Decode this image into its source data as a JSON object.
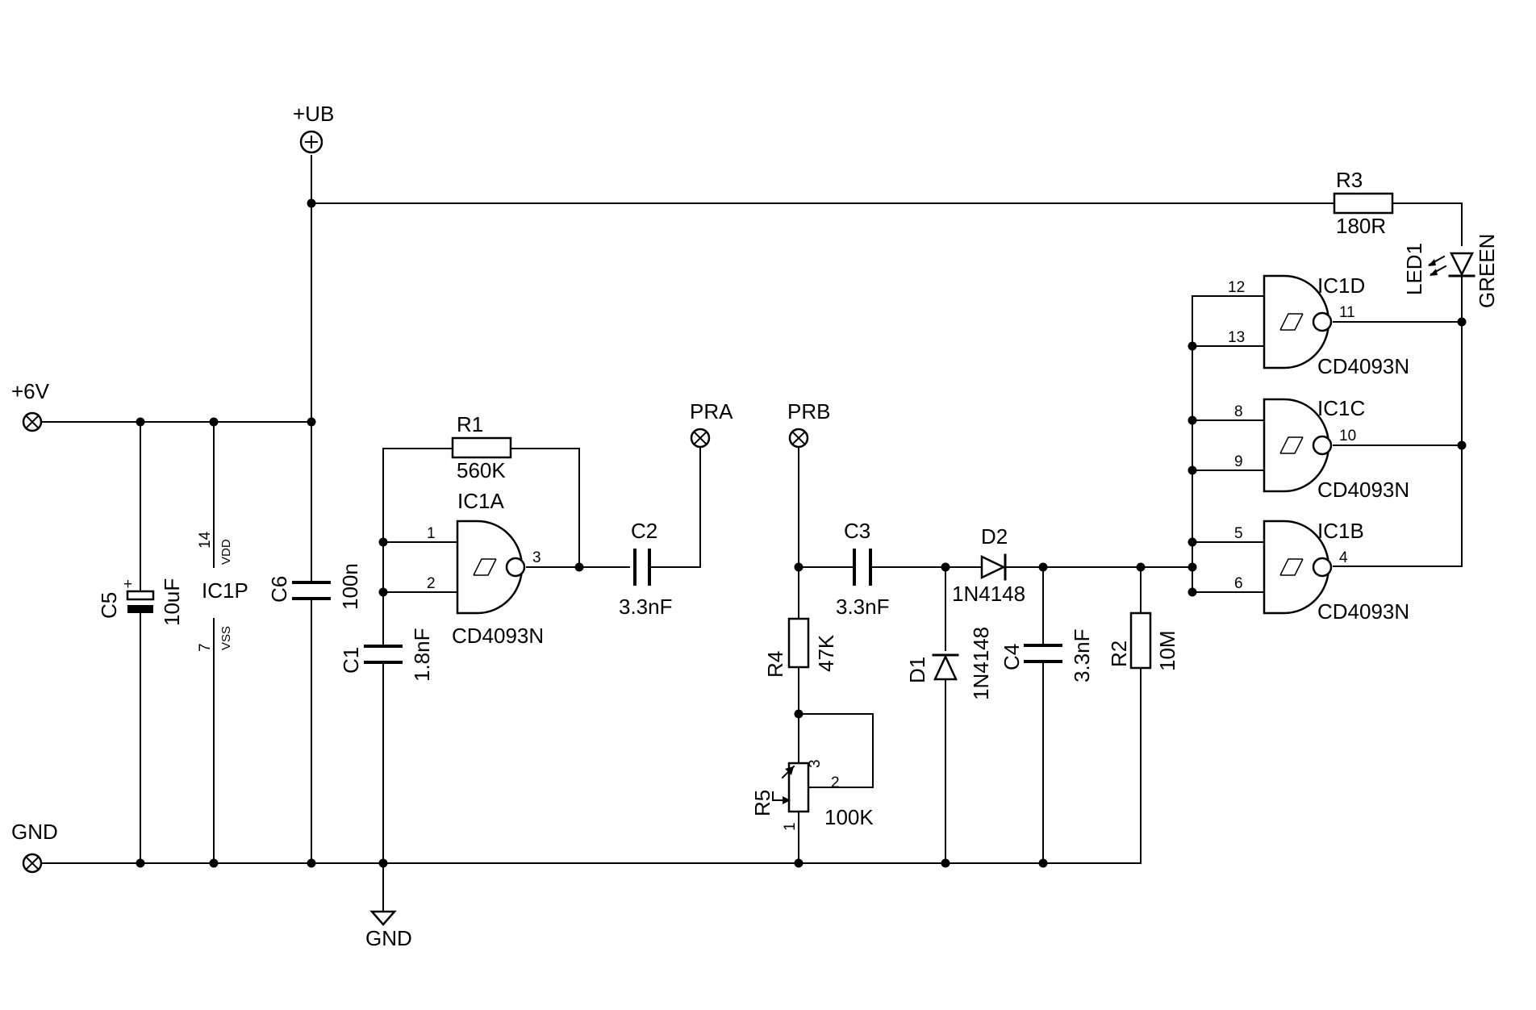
{
  "power": {
    "ub": "+UB",
    "v6": "+6V",
    "gnd_pin": "GND",
    "gnd_symbol": "GND"
  },
  "components": {
    "R1": {
      "ref": "R1",
      "value": "560K"
    },
    "R2": {
      "ref": "R2",
      "value": "10M"
    },
    "R3": {
      "ref": "R3",
      "value": "180R"
    },
    "R4": {
      "ref": "R4",
      "value": "47K"
    },
    "R5": {
      "ref": "R5",
      "value": "100K",
      "pin1": "1",
      "pin2": "2",
      "pin3": "3"
    },
    "C1": {
      "ref": "C1",
      "value": "1.8nF"
    },
    "C2": {
      "ref": "C2",
      "value": "3.3nF"
    },
    "C3": {
      "ref": "C3",
      "value": "3.3nF"
    },
    "C4": {
      "ref": "C4",
      "value": "3.3nF"
    },
    "C5": {
      "ref": "C5",
      "value": "10uF",
      "polarity": "+"
    },
    "C6": {
      "ref": "C6",
      "value": "100n"
    },
    "D1": {
      "ref": "D1",
      "value": "1N4148"
    },
    "D2": {
      "ref": "D2",
      "value": "1N4148"
    },
    "LED1": {
      "ref": "LED1",
      "value": "GREEN"
    },
    "IC1P": {
      "ref": "IC1P",
      "vdd_pin": "14",
      "vdd": "VDD",
      "vss_pin": "7",
      "vss": "VSS"
    },
    "IC1A": {
      "ref": "IC1A",
      "value": "CD4093N",
      "in1": "1",
      "in2": "2",
      "out": "3"
    },
    "IC1B": {
      "ref": "IC1B",
      "value": "CD4093N",
      "in1": "5",
      "in2": "6",
      "out": "4"
    },
    "IC1C": {
      "ref": "IC1C",
      "value": "CD4093N",
      "in1": "8",
      "in2": "9",
      "out": "10"
    },
    "IC1D": {
      "ref": "IC1D",
      "value": "CD4093N",
      "in1": "12",
      "in2": "13",
      "out": "11"
    }
  },
  "probes": {
    "pra": "PRA",
    "prb": "PRB"
  }
}
